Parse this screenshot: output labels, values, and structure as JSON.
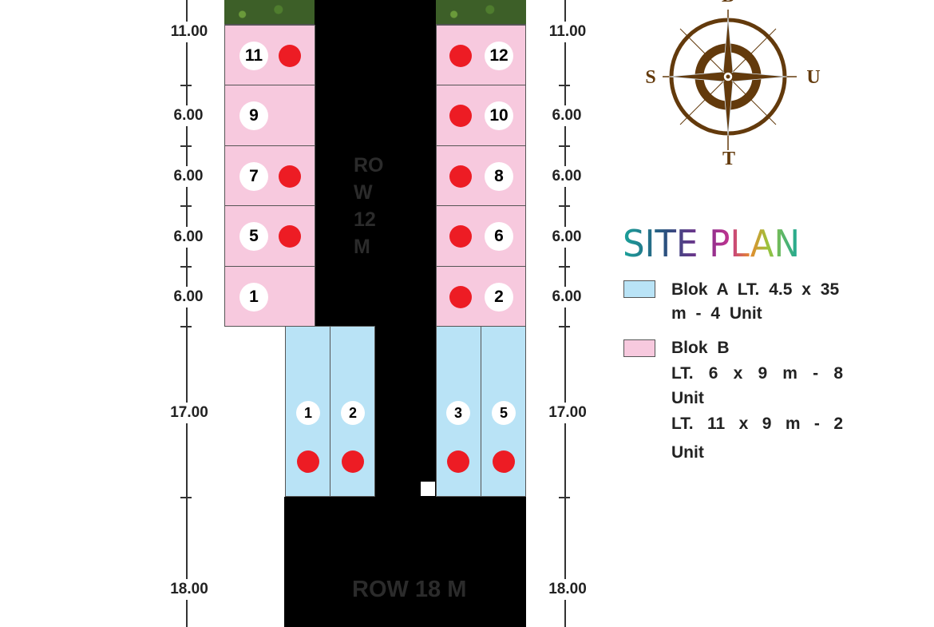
{
  "dimensions_left": [
    "11.00",
    "6.00",
    "6.00",
    "6.00",
    "6.00",
    "17.00",
    "18.00"
  ],
  "dimensions_right": [
    "11.00",
    "6.00",
    "6.00",
    "6.00",
    "6.00",
    "17.00",
    "18.00"
  ],
  "roads": {
    "row12": [
      "RO",
      "W",
      "12",
      "M"
    ],
    "row18": "ROW 18 M"
  },
  "blok_b_left": [
    "11",
    "9",
    "7",
    "5",
    "1"
  ],
  "blok_b_right": [
    "12",
    "10",
    "8",
    "6",
    "2"
  ],
  "blok_a": [
    "1",
    "2",
    "3",
    "5"
  ],
  "compass": {
    "north": "B",
    "west": "S",
    "east": "U",
    "south": "T"
  },
  "legend": {
    "title": "SITE PLAN",
    "blok_a": "Blok A LT. 4.5 x 35 m - 4 Unit",
    "blok_b_title": "Blok B",
    "blok_b_line1": "LT. 6 x 9 m - 8",
    "blok_b_overlap": "Unit",
    "blok_b_line2": "LT. 11 x 9 m - 2",
    "blok_b_unit": "Unit"
  },
  "colors": {
    "blok_a": "#b9e3f6",
    "blok_b": "#f7c9de",
    "marker": "#ed1c24",
    "compass": "#633a0c"
  }
}
